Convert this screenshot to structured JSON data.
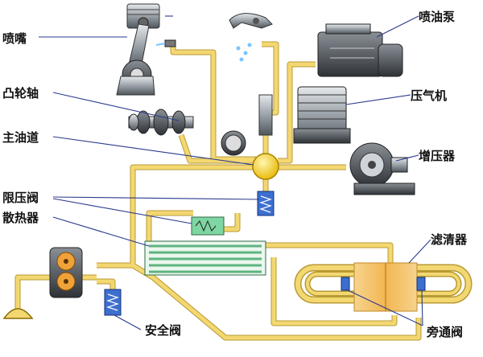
{
  "labels": {
    "nozzle": "喷嘴",
    "camshaft": "凸轮轴",
    "main_gallery": "主油道",
    "pressure_limit_valve": "限压阀",
    "radiator": "散热器",
    "safety_valve": "安全阀",
    "injection_pump": "喷油泵",
    "air_compressor": "压气机",
    "turbocharger": "增压器",
    "filter": "滤清器",
    "bypass_valve": "旁通阀"
  },
  "colors": {
    "pipe": "#f3d872",
    "pipe_edge": "#b89a34",
    "filter": "#f7c46c",
    "valve_blue": "#3d6fd0",
    "cooler_green": "#7ed6a3",
    "leader": "#2b3a8c",
    "metal": "#9aa1a8",
    "metal_dark": "#4a4f55",
    "gear_orange": "#f0a23a"
  }
}
